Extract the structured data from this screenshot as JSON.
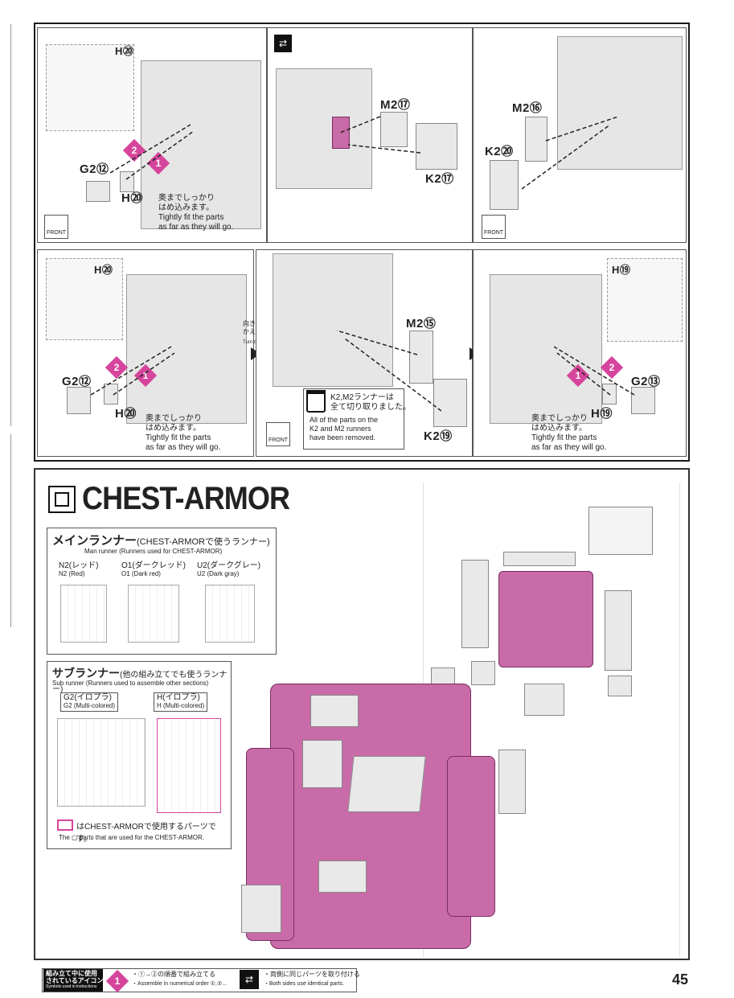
{
  "colors": {
    "accent_pink": "#d6459c",
    "chest_pink": "#c96ba8",
    "frame": "#1a1a1a"
  },
  "steps": {
    "s1": {
      "labels": [
        "H⑳",
        "G2⑫",
        "H⑳"
      ],
      "diamonds": [
        "2",
        "1"
      ],
      "note_ja": "奥までしっかり\nはめ込みます。",
      "note_en": "Tightly fit the parts\nas far as they will go.",
      "front": "FRONT"
    },
    "s2": {
      "icon": "both-sides-icon",
      "labels": [
        "M2⑰",
        "K2⑰"
      ]
    },
    "s3": {
      "labels": [
        "M2⑯",
        "K2⑳"
      ],
      "front": "FRONT"
    },
    "s4": {
      "labels": [
        "H⑳",
        "G2⑫",
        "H⑳"
      ],
      "diamonds": [
        "2",
        "1"
      ],
      "note_ja": "奥までしっかり\nはめ込みます。",
      "note_en": "Tightly fit the parts\nas far as they will go.",
      "turn_ja": "向きを\nかえます。",
      "turn_en": "Turn the parts."
    },
    "s5": {
      "labels": [
        "M2⑮",
        "K2⑲"
      ],
      "trash_ja": "K2,M2ランナーは\n全て切り取りました。",
      "trash_en": "All of the parts on the\nK2 and M2 runners\nhave been removed.",
      "front": "FRONT"
    },
    "s6": {
      "labels": [
        "H⑲",
        "G2⑬",
        "H⑲"
      ],
      "diamonds": [
        "1",
        "2"
      ],
      "note_ja": "奥までしっかり\nはめ込みます。",
      "note_en": "Tightly fit the parts\nas far as they will go."
    }
  },
  "section": {
    "title": "CHEST-ARMOR",
    "icon": "chest-armor-icon"
  },
  "main_runner": {
    "title_ja": "メインランナー",
    "title_sub_ja": "(CHEST-ARMORで使うランナー)",
    "title_en": "Man runner (Runners used for CHEST-ARMOR)",
    "runners": [
      {
        "ja": "N2(レッド)",
        "en": "N2 (Red)"
      },
      {
        "ja": "O1(ダークレッド)",
        "en": "O1 (Dark red)"
      },
      {
        "ja": "U2(ダークグレー)",
        "en": "U2 (Dark gray)"
      }
    ]
  },
  "sub_runner": {
    "title_ja": "サブランナー",
    "title_sub_ja": "(他の組み立てでも使うランナー)",
    "title_en": "Sub runner (Runners used to assemble other sections)",
    "runners": [
      {
        "ja": "G2(イロプラ)",
        "en": "G2 (Multi-colored)"
      },
      {
        "ja": "H(イロプラ)",
        "en": "H (Multi-colored)"
      }
    ],
    "legend_ja": "はCHEST-ARMORで使用するパーツです。",
    "legend_en": "The ▢ parts that are used for the CHEST-ARMOR."
  },
  "footer": {
    "icons_ja": "組み立て中に使用\nされているアイコン",
    "icons_en": "Symbols used in instructions",
    "order_ja": "・①→②の順番で組み立てる",
    "order_en": "・Assemble in numerical order ①,②...",
    "both_ja": "・両側に同じパーツを取り付ける",
    "both_en": "・Both sides use identical parts.",
    "page": "45"
  }
}
